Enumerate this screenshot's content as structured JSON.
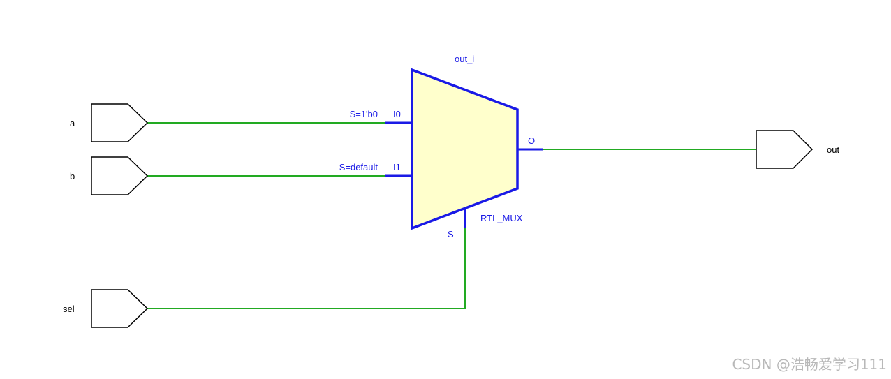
{
  "ports": {
    "a": "a",
    "b": "b",
    "sel": "sel",
    "out": "out"
  },
  "mux": {
    "instance_name": "out_i",
    "type_label": "RTL_MUX",
    "pin_i0": "I0",
    "pin_i1": "I1",
    "pin_o": "O",
    "pin_s": "S",
    "cond_i0": "S=1'b0",
    "cond_i1": "S=default"
  },
  "watermark": "CSDN @浩畅爱学习111",
  "colors": {
    "wire": "#22aa22",
    "mux_outline": "#1a1ae6",
    "mux_fill": "#ffffcc",
    "port_outline": "#000000"
  }
}
